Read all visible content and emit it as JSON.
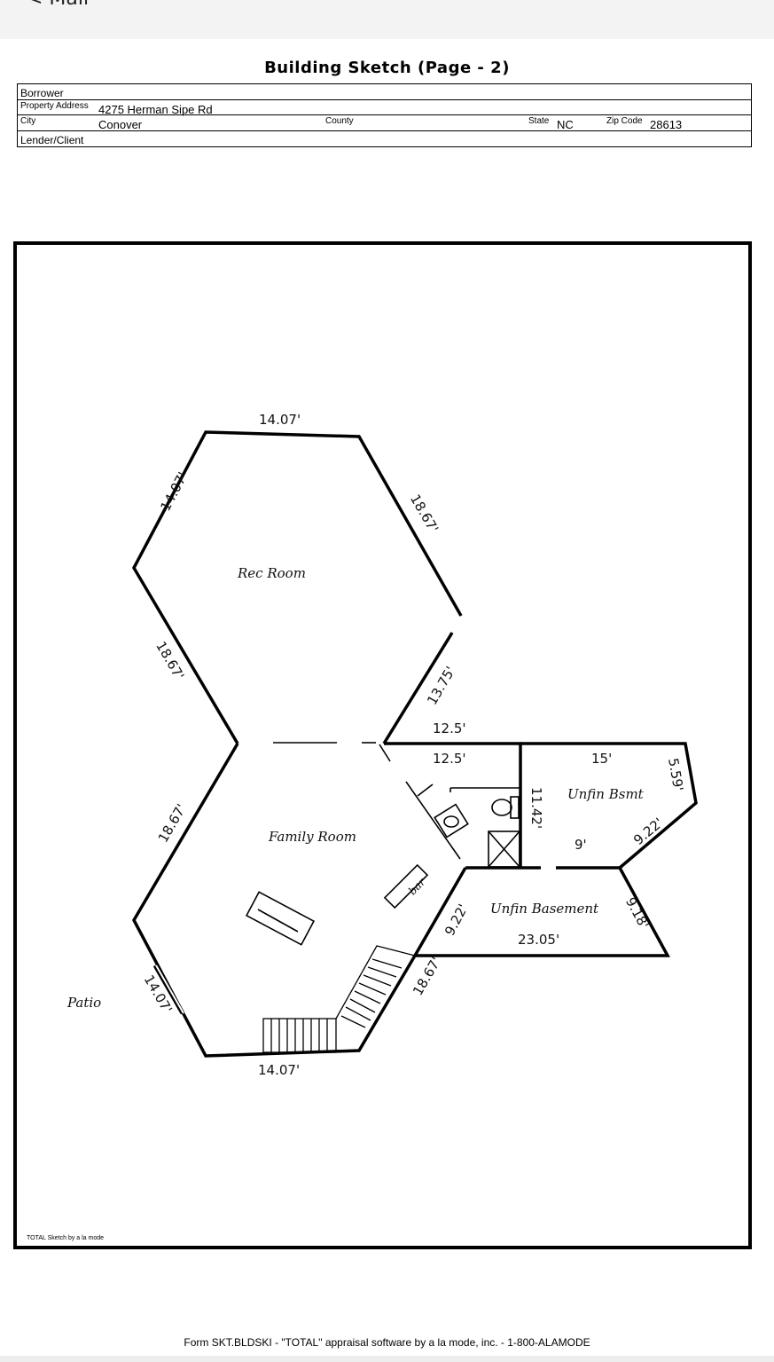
{
  "nav": {
    "back_label": "< Mail"
  },
  "title": "Building Sketch (Page - 2)",
  "header": {
    "borrower_label": "Borrower",
    "address_label": "Property Address",
    "address_value": "4275 Herman Sipe Rd",
    "city_label": "City",
    "city_value": "Conover",
    "county_label": "County",
    "state_label": "State",
    "state_value": "NC",
    "zip_label": "Zip Code",
    "zip_value": "28613",
    "lender_label": "Lender/Client"
  },
  "sketch": {
    "rooms": {
      "rec_room": "Rec Room",
      "family_room": "Family Room",
      "unfin_bsmt": "Unfin Bsmt",
      "unfin_basement": "Unfin Basement",
      "patio": "Patio",
      "bar": "bar"
    },
    "dims": {
      "rec_top": "14.07'",
      "rec_topleft": "14.07'",
      "rec_topright": "18.67'",
      "rec_bottomleft": "18.67'",
      "rec_bottomright": "13.75'",
      "rec_bottom": "12.5'",
      "fam_top": "12.5'",
      "fam_left": "18.67'",
      "fam_bottomleft": "14.07'",
      "fam_bottom": "14.07'",
      "fam_bottomright": "18.67'",
      "bath_right": "11.42'",
      "bsmt_top": "15'",
      "bsmt_right": "5.59'",
      "bsmt_diag": "9.22'",
      "bsmt_bottom": "9'",
      "base_left": "9.22'",
      "base_right": "9.18'",
      "base_bottom": "23.05'"
    },
    "credit": "TOTAL Sketch by a la mode"
  },
  "footer": "Form SKT.BLDSKI - \"TOTAL\" appraisal software by a la mode, inc. - 1-800-ALAMODE"
}
